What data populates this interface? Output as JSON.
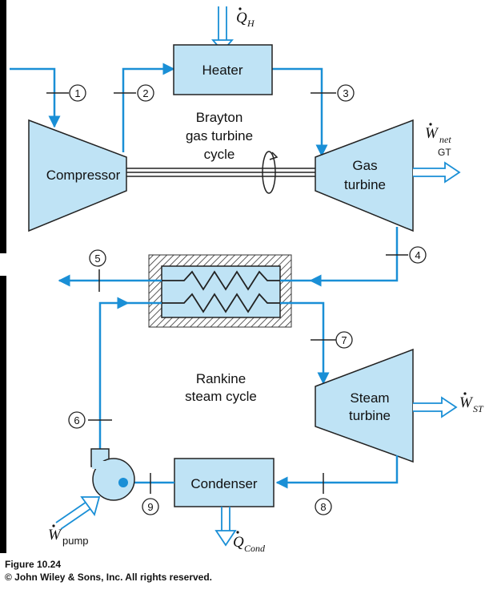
{
  "figure": {
    "heat_in": {
      "symbol": "Q",
      "subscript": "H"
    },
    "heater_label": "Heater",
    "compressor_label": "Compressor",
    "gas_turbine_label": [
      "Gas",
      "turbine"
    ],
    "brayton_label": [
      "Brayton",
      "gas turbine",
      "cycle"
    ],
    "net_work": {
      "symbol": "W",
      "subscript": "net",
      "sub2": "GT"
    },
    "rankine_label": [
      "Rankine",
      "steam cycle"
    ],
    "steam_turbine_label": [
      "Steam",
      "turbine"
    ],
    "steam_work": {
      "symbol": "W",
      "subscript": "ST"
    },
    "condenser_label": "Condenser",
    "heat_out": {
      "symbol": "Q",
      "subscript": "Cond"
    },
    "pump_work": {
      "symbol": "W",
      "subscript": "pump"
    },
    "states": [
      "1",
      "2",
      "3",
      "4",
      "5",
      "6",
      "7",
      "8",
      "9"
    ],
    "colors": {
      "flow": "#1a8fd6",
      "component_fill": "#bfe3f5",
      "stroke": "#222222"
    }
  },
  "caption": {
    "line1": "Figure 10.24",
    "line2": "© John Wiley & Sons, Inc. All rights reserved."
  }
}
